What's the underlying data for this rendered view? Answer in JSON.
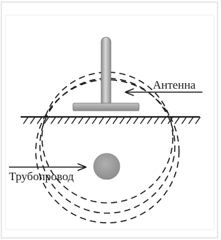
{
  "labels": {
    "antenna": "Антенна",
    "pipeline": "Трубопровод"
  },
  "icons": {
    "antenna": "antenna-icon",
    "pipe": "pipe-cross-section-icon",
    "ground": "ground-hatch-icon",
    "field": "magnetic-field-lines"
  },
  "colors": {
    "antenna_fill": "#b8b8b8",
    "pipe_fill": "#a0a0a0",
    "line": "#1a1a1a",
    "frame": "#e6e6e6",
    "background": "#ffffff"
  }
}
